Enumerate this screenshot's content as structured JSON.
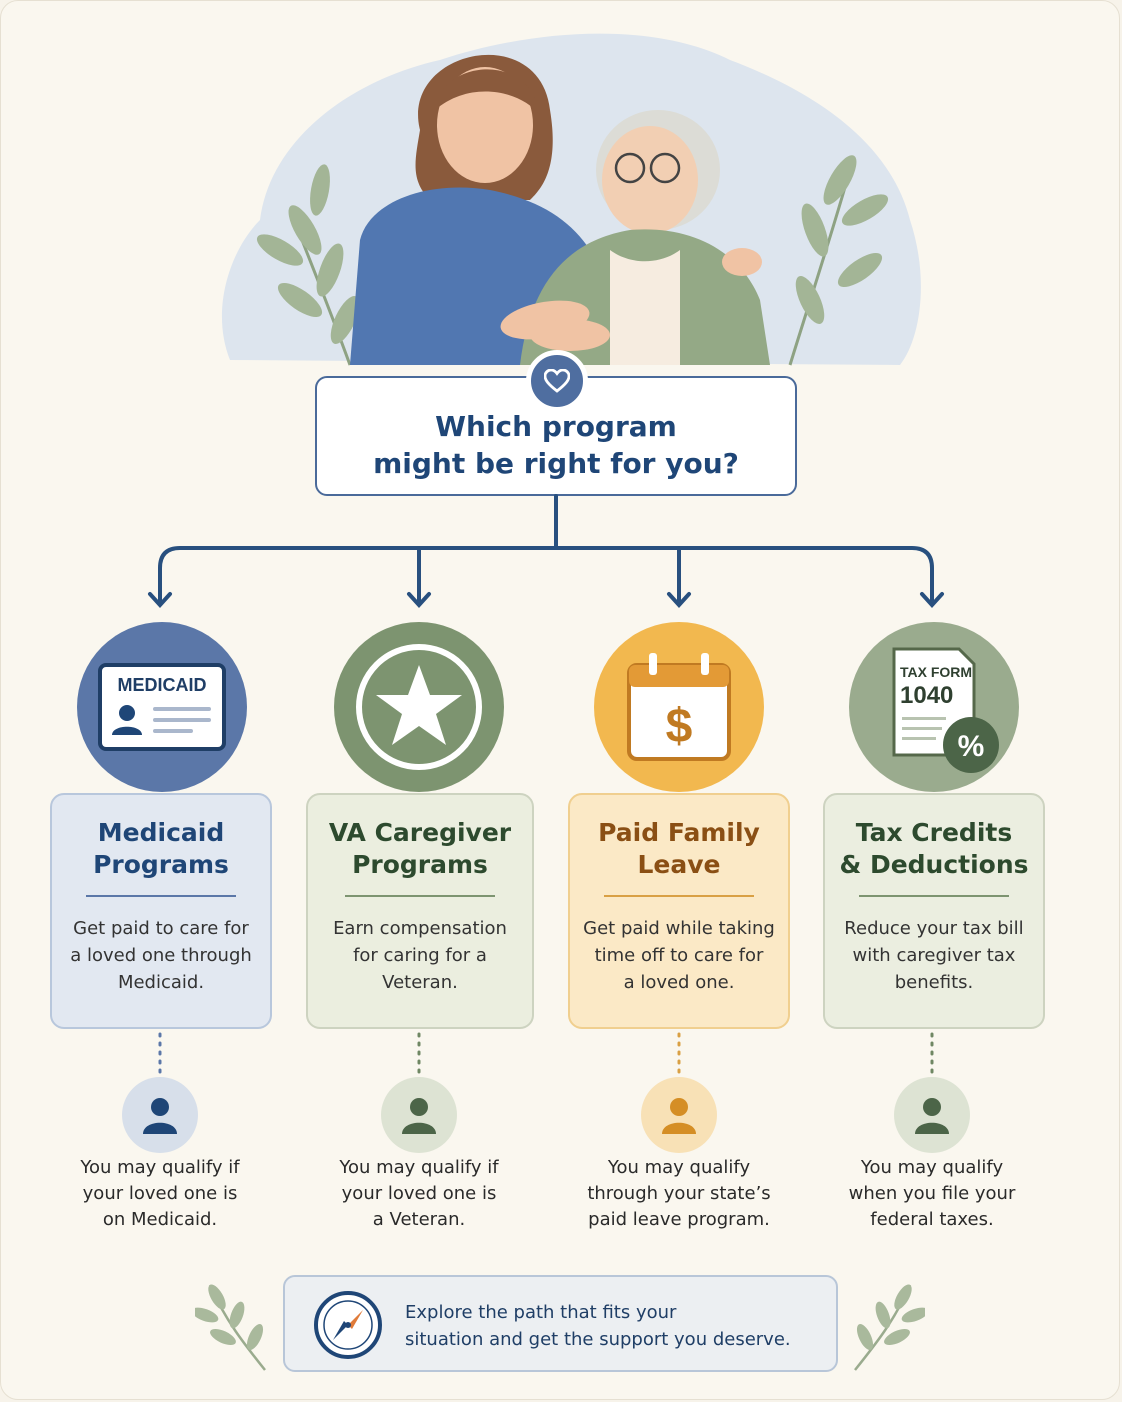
{
  "header": {
    "question": "Which program\nmight be right for you?"
  },
  "programs": [
    {
      "icon_text": "MEDICAID",
      "title": "Medicaid\nPrograms",
      "description": "Get paid to care for\na loved one through\nMedicaid.",
      "qualify": "You may qualify if\nyour loved one is\non Medicaid.",
      "accent": "#5b77a8"
    },
    {
      "title": "VA Caregiver\nPrograms",
      "description": "Earn compensation\nfor caring for a\nVeteran.",
      "qualify": "You may qualify if\nyour loved one is\na Veteran.",
      "accent": "#7d9470"
    },
    {
      "title": "Paid Family\nLeave",
      "description": "Get paid while taking\ntime off to care for\na loved one.",
      "qualify": "You may qualify\nthrough your state’s\npaid leave program.",
      "accent": "#eab04c"
    },
    {
      "icon_text_top": "TAX FORM",
      "icon_text_main": "1040",
      "icon_badge": "%",
      "title": "Tax Credits\n& Deductions",
      "description": "Reduce your tax bill\nwith caregiver tax\nbenefits.",
      "qualify": "You may qualify\nwhen you file your\nfederal taxes.",
      "accent": "#9aab8e"
    }
  ],
  "footer": {
    "text": "Explore the path that fits your\nsituation and get the support you deserve."
  },
  "colors": {
    "navy": "#1f4677",
    "blue": "#5b77a8",
    "sage": "#7d9470",
    "gold": "#eab04c",
    "olive": "#9aab8e",
    "background": "#faf7ef"
  }
}
